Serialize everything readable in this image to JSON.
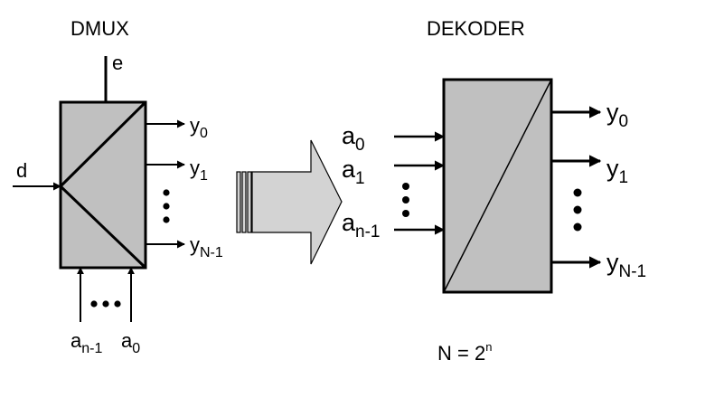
{
  "dmux": {
    "title": "DMUX",
    "enable": "e",
    "data_in": "d",
    "outputs": [
      {
        "base": "y",
        "sub": "0"
      },
      {
        "base": "y",
        "sub": "1"
      },
      {
        "base": "y",
        "sub": "N-1"
      }
    ],
    "selects": [
      {
        "base": "a",
        "sub": "n-1"
      },
      {
        "base": "a",
        "sub": "0"
      }
    ]
  },
  "decoder": {
    "title": "DEKODER",
    "inputs": [
      {
        "base": "a",
        "sub": "0"
      },
      {
        "base": "a",
        "sub": "1"
      },
      {
        "base": "a",
        "sub": "n-1"
      }
    ],
    "outputs": [
      {
        "base": "y",
        "sub": "0"
      },
      {
        "base": "y",
        "sub": "1"
      },
      {
        "base": "y",
        "sub": "N-1"
      }
    ],
    "formula": {
      "base": "N = 2",
      "sup": "n"
    }
  },
  "colors": {
    "block_fill": "#c0c0c0",
    "arrow_fill": "#d3d3d3",
    "stroke": "#000000"
  }
}
